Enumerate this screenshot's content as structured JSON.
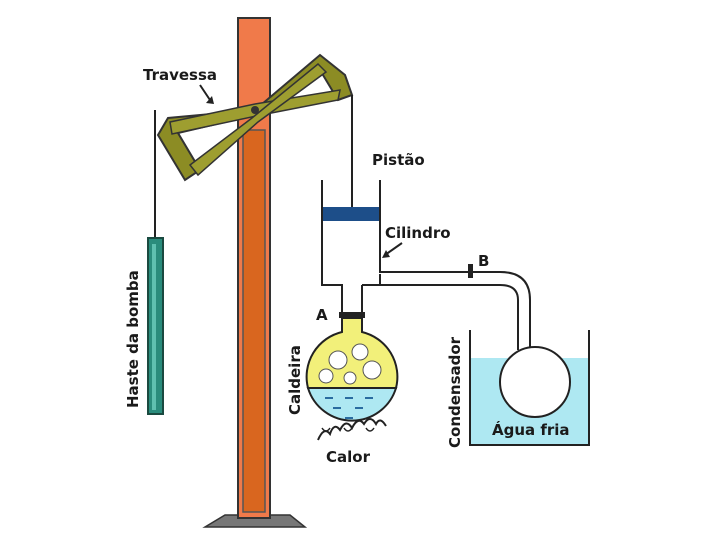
{
  "labels": {
    "travessa": "Travessa",
    "pistao": "Pistão",
    "cilindro": "Cilindro",
    "haste": "Haste da bomba",
    "caldeira": "Caldeira",
    "condensador": "Condensador",
    "agua_fria": "Água fria",
    "calor": "Calor",
    "valve_a": "A",
    "valve_b": "B"
  },
  "colors": {
    "beam": "#8c8c24",
    "post_outer": "#f07a4a",
    "post_inner": "#d9661f",
    "piston": "#1d4e89",
    "steam": "#f2f07a",
    "water": "#aee8f2",
    "rod": "#2a8c7c",
    "outline": "#222222"
  }
}
